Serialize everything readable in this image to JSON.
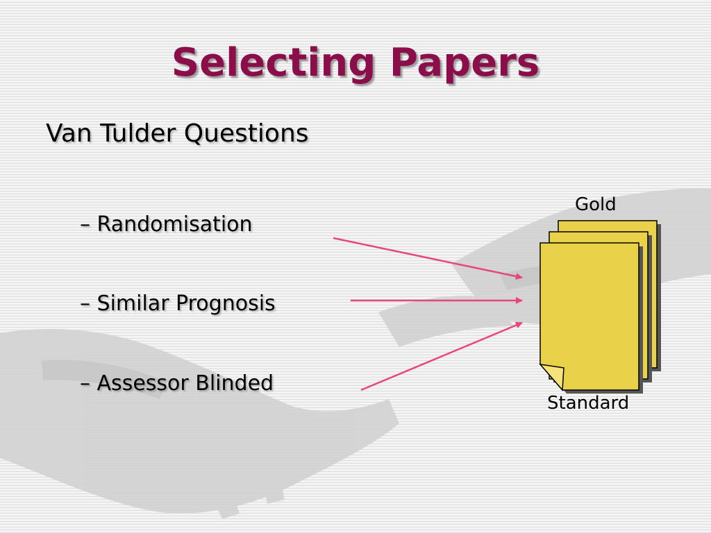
{
  "slide": {
    "title": "Selecting Papers",
    "subtitle": "Van Tulder Questions",
    "bullets": [
      "– Randomisation",
      "– Similar Prognosis",
      "– Assessor Blinded"
    ],
    "graphic": {
      "top_label": "Gold",
      "bottom_label": "Standard"
    }
  },
  "colors": {
    "title": "#8b0e4a",
    "arrow": "#e8457f",
    "paper": "#e9d24a"
  }
}
